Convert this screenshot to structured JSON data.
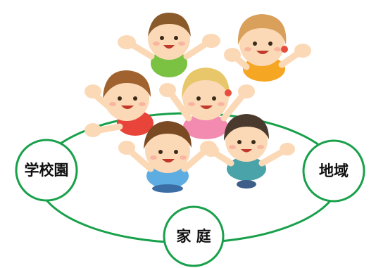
{
  "diagram": {
    "nodes": [
      {
        "id": "school",
        "label": "学校園"
      },
      {
        "id": "community",
        "label": "地域"
      },
      {
        "id": "home",
        "label": "家 庭"
      }
    ],
    "illustration": "six-children-waving-illustration",
    "colors": {
      "ring": "#18a04a",
      "node_fill": "#ffffff",
      "node_border": "#18a04a",
      "label_text": "#111111",
      "background": "#ffffff"
    }
  }
}
